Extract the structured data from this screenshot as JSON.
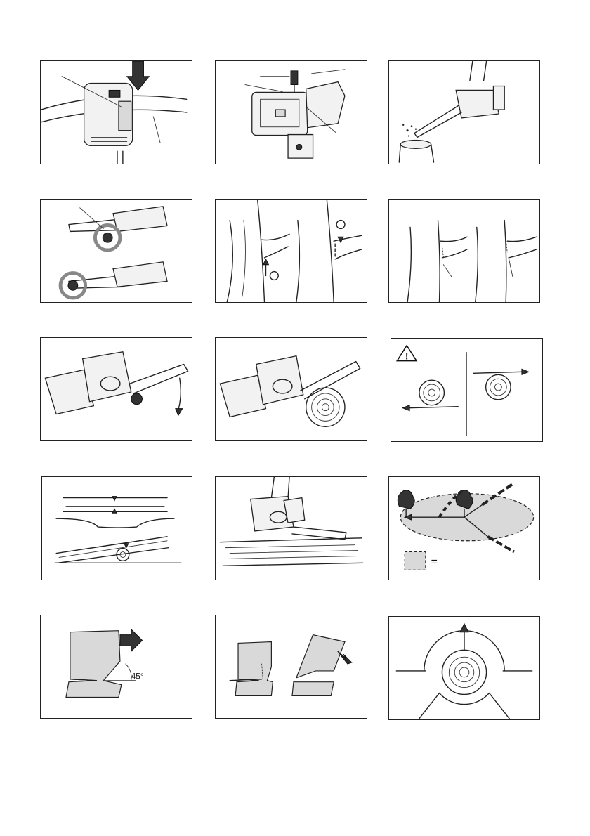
{
  "page": {
    "background": "#ffffff",
    "border": "#222222",
    "shade": "#d9d9d9"
  },
  "figures": [
    {
      "id": 1,
      "subject": "battery-latch-on-belt"
    },
    {
      "id": 2,
      "subject": "chain-oil-cap"
    },
    {
      "id": 3,
      "subject": "oil-spray-test-on-stump"
    },
    {
      "id": 4,
      "subject": "bar-tip-kickback-zone"
    },
    {
      "id": 5,
      "subject": "branch-undercut"
    },
    {
      "id": 6,
      "subject": "branch-cut-sequence"
    },
    {
      "id": 7,
      "subject": "bar-tip-rotation-arrow"
    },
    {
      "id": 8,
      "subject": "cutting-log-with-spikes"
    },
    {
      "id": 9,
      "subject": "warning-pushing-pulling-chain",
      "warning_symbol": "!"
    },
    {
      "id": 10,
      "subject": "log-support-cutting-direction"
    },
    {
      "id": 11,
      "subject": "cutting-log-on-ground"
    },
    {
      "id": 12,
      "subject": "felling-danger-zone",
      "legend_symbol": "="
    },
    {
      "id": 13,
      "subject": "felling-notch",
      "angle_label": "45°"
    },
    {
      "id": 14,
      "subject": "felling-back-cut"
    },
    {
      "id": 15,
      "subject": "felling-escape-routes"
    }
  ]
}
